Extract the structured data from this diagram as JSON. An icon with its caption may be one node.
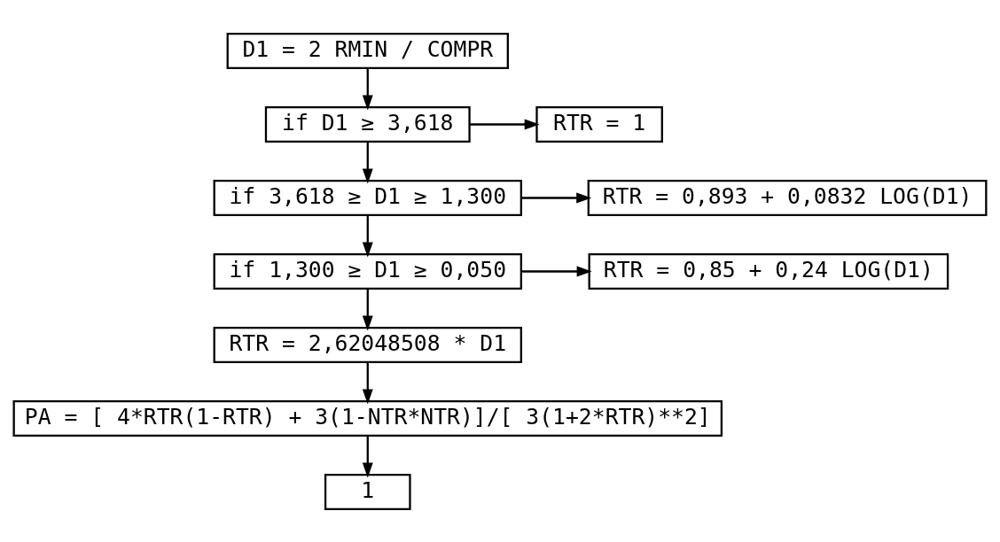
{
  "diagram": {
    "nodes": [
      {
        "text": [
          "D1 = 2 RMIN / COMPR"
        ]
      },
      {
        "text": [
          "if D1 ≥ 3,618"
        ]
      },
      {
        "text": [
          "RTR = 1"
        ]
      },
      {
        "text": [
          "if 3,618 ≥ D1 ≥ 1,300"
        ]
      },
      {
        "text": [
          "RTR = 0,893 + 0,0832 LOG(D1)"
        ]
      },
      {
        "text": [
          "if 1,300 ≥ D1 ≥ 0,050"
        ]
      },
      {
        "text": [
          "RTR = 0,85 + 0,24 LOG(D1)"
        ]
      },
      {
        "text": [
          "RTR = 2,62048508 * D1"
        ]
      },
      {
        "text": [
          "PA = [ 4*RTR(1-RTR) + 3(1-NTR*NTR)]/[ 3(1+2*RTR)**2]"
        ]
      },
      {
        "text": [
          "1"
        ]
      }
    ],
    "edges": [
      {
        "from": 0,
        "to": 1,
        "arrow": "to"
      },
      {
        "from": 1,
        "to": 2,
        "arrow": "to"
      },
      {
        "from": 1,
        "to": 3,
        "arrow": "to"
      },
      {
        "from": 3,
        "to": 4,
        "arrow": "to"
      },
      {
        "from": 3,
        "to": 5,
        "arrow": "to"
      },
      {
        "from": 5,
        "to": 6,
        "arrow": "to"
      },
      {
        "from": 5,
        "to": 7,
        "arrow": "to"
      },
      {
        "from": 7,
        "to": 8,
        "arrow": "to"
      },
      {
        "from": 8,
        "to": 9,
        "arrow": "to"
      }
    ]
  }
}
